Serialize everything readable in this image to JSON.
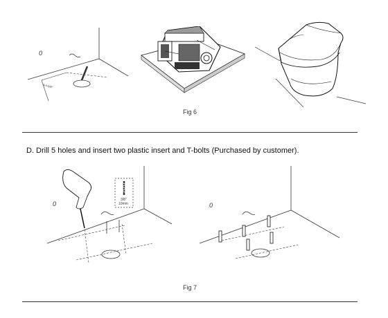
{
  "figures": {
    "fig6": {
      "caption": "Fig 6",
      "panel_left": {
        "mark": "0",
        "dim_label": "9-4-6/8\""
      },
      "panel_center": {},
      "panel_right": {}
    },
    "step_d": {
      "text": "D. Drill 5 holes and insert two plastic insert and T-bolts (Purchased by customer)."
    },
    "fig7": {
      "caption": "Fig 7",
      "panel_left": {
        "mark": "0",
        "bit_size_in": "3/8\"",
        "bit_size_mm": "10mm"
      },
      "panel_right": {
        "mark": "0"
      }
    }
  }
}
